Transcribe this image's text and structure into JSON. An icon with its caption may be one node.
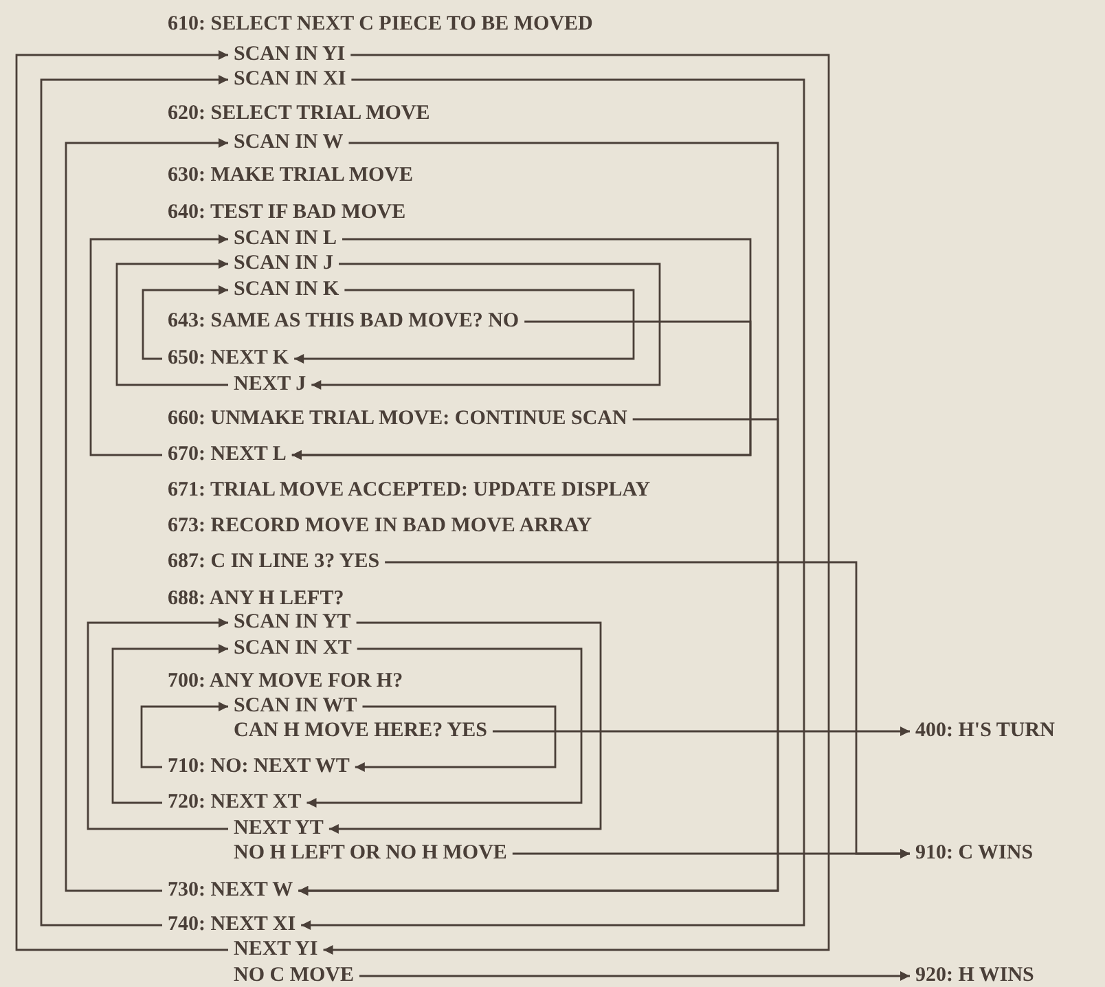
{
  "diagram": {
    "nodes": [
      {
        "text": [
          "SCAN IN YI"
        ]
      },
      {
        "text": [
          "SCAN IN XI"
        ]
      },
      {
        "text": [
          "SCAN IN W"
        ]
      },
      {
        "text": [
          "SCAN IN L"
        ]
      },
      {
        "text": [
          "SCAN IN J"
        ]
      },
      {
        "text": [
          "SCAN IN K"
        ]
      },
      {
        "text": [
          "643: SAME AS THIS BAD MOVE? NO"
        ]
      },
      {
        "text": [
          "650: NEXT K"
        ]
      },
      {
        "text": [
          "NEXT J"
        ]
      },
      {
        "text": [
          "660: UNMAKE TRIAL MOVE: CONTINUE SCAN"
        ]
      },
      {
        "text": [
          "670: NEXT L"
        ]
      },
      {
        "text": [
          "687: C IN LINE 3? YES"
        ]
      },
      {
        "text": [
          "SCAN IN YT"
        ]
      },
      {
        "text": [
          "SCAN IN XT"
        ]
      },
      {
        "text": [
          "SCAN IN WT"
        ]
      },
      {
        "text": [
          "CAN H MOVE HERE? YES"
        ]
      },
      {
        "text": [
          "400: H'S TURN"
        ]
      },
      {
        "text": [
          "710: NO: NEXT WT"
        ]
      },
      {
        "text": [
          "720: NEXT XT"
        ]
      },
      {
        "text": [
          "NEXT YT"
        ]
      },
      {
        "text": [
          "NO H LEFT OR NO H MOVE"
        ]
      },
      {
        "text": [
          "910: C WINS"
        ]
      },
      {
        "text": [
          "730: NEXT W"
        ]
      },
      {
        "text": [
          "740: NEXT XI"
        ]
      },
      {
        "text": [
          "NEXT YI"
        ]
      },
      {
        "text": [
          "NO C MOVE"
        ]
      },
      {
        "text": [
          "920: H WINS"
        ]
      }
    ],
    "edges": [
      {
        "from": 0,
        "to": 24,
        "arrow": "to"
      },
      {
        "from": 24,
        "to": 0,
        "arrow": "to"
      },
      {
        "from": 1,
        "to": 23,
        "arrow": "to"
      },
      {
        "from": 23,
        "to": 1,
        "arrow": "to"
      },
      {
        "from": 2,
        "to": 22,
        "arrow": "to"
      },
      {
        "from": 22,
        "to": 2,
        "arrow": "to"
      },
      {
        "from": 3,
        "to": 10,
        "arrow": "to"
      },
      {
        "from": 10,
        "to": 3,
        "arrow": "to"
      },
      {
        "from": 4,
        "to": 8,
        "arrow": "to"
      },
      {
        "from": 8,
        "to": 4,
        "arrow": "to"
      },
      {
        "from": 5,
        "to": 7,
        "arrow": "to"
      },
      {
        "from": 7,
        "to": 5,
        "arrow": "to"
      },
      {
        "from": 6,
        "to": 10,
        "arrow": "to"
      },
      {
        "from": 9,
        "to": 22,
        "arrow": "to"
      },
      {
        "from": 11,
        "to": 21,
        "arrow": "to"
      },
      {
        "from": 12,
        "to": 19,
        "arrow": "to"
      },
      {
        "from": 19,
        "to": 12,
        "arrow": "to"
      },
      {
        "from": 13,
        "to": 18,
        "arrow": "to"
      },
      {
        "from": 18,
        "to": 13,
        "arrow": "to"
      },
      {
        "from": 14,
        "to": 17,
        "arrow": "to"
      },
      {
        "from": 17,
        "to": 14,
        "arrow": "to"
      },
      {
        "from": 15,
        "to": 16,
        "arrow": "to"
      },
      {
        "from": 20,
        "to": 21,
        "arrow": "to"
      },
      {
        "from": 25,
        "to": 26,
        "arrow": "to"
      }
    ],
    "labels": [
      "610: SELECT NEXT C PIECE TO BE MOVED",
      "620: SELECT TRIAL MOVE",
      "630: MAKE TRIAL MOVE",
      "640: TEST IF BAD MOVE",
      "671: TRIAL MOVE ACCEPTED: UPDATE DISPLAY",
      "673: RECORD MOVE IN BAD MOVE ARRAY",
      "688: ANY H LEFT?",
      "700: ANY MOVE FOR H?"
    ]
  }
}
